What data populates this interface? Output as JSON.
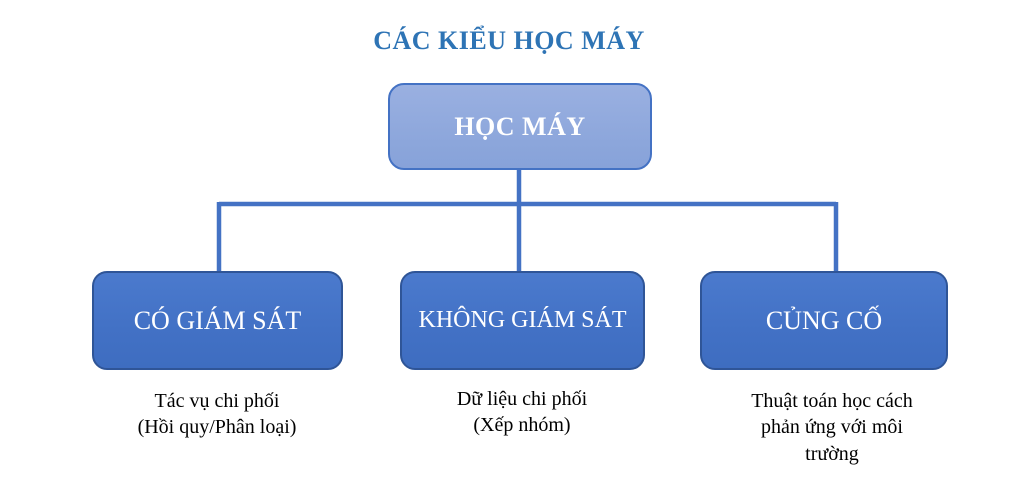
{
  "title": "CÁC KIỂU HỌC MÁY",
  "diagram": {
    "root": {
      "label": "HỌC MÁY"
    },
    "children": [
      {
        "label": "CÓ GIÁM SÁT",
        "caption": "Tác vụ chi phối\n(Hồi quy/Phân loại)"
      },
      {
        "label": "KHÔNG GIÁM SÁT",
        "caption": "Dữ liệu chi phối\n(Xếp nhóm)"
      },
      {
        "label": "CỦNG CỐ",
        "caption": "Thuật toán học cách\nphản ứng với môi\ntrường"
      }
    ],
    "colors": {
      "title_text": "#2E74B5",
      "root_fill": "#8FAADC",
      "root_border": "#4472C4",
      "child_fill": "#4472C4",
      "child_border": "#2F5597",
      "connector": "#4472C4",
      "node_text": "#FFFFFF",
      "caption_text": "#000000"
    }
  }
}
